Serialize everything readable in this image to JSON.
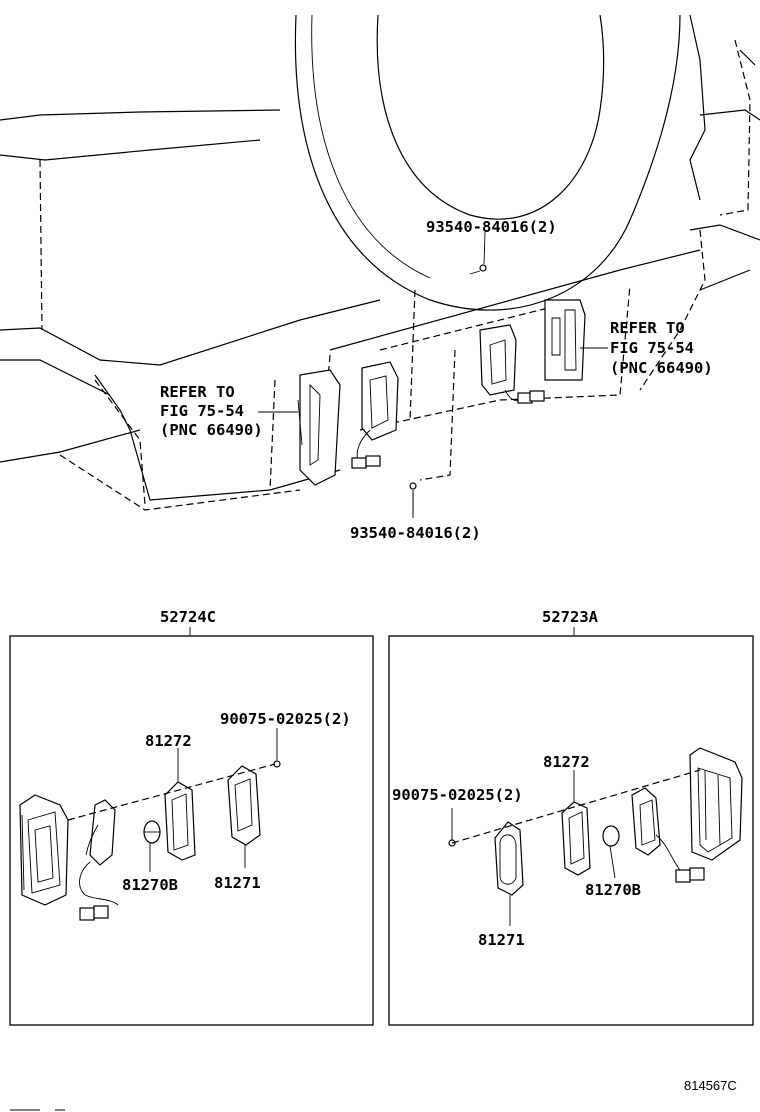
{
  "vehicle_view": {
    "bolt_top_label": "93540-84016(2)",
    "bolt_bottom_label": "93540-84016(2)",
    "refer_right": {
      "line1": "REFER TO",
      "line2": "FIG 75-54",
      "line3": "(PNC 66490)"
    },
    "refer_left": {
      "line1": "REFER TO",
      "line2": "FIG 75-54",
      "line3": "(PNC 66490)"
    }
  },
  "left_panel": {
    "assembly_label": "52724C",
    "screw_label": "90075-02025(2)",
    "gasket_label": "81272",
    "bulb_label": "81270B",
    "lens_label": "81271"
  },
  "right_panel": {
    "assembly_label": "52723A",
    "screw_label": "90075-02025(2)",
    "gasket_label": "81272",
    "bulb_label": "81270B",
    "lens_label": "81271"
  },
  "footer": {
    "diagram_code": "814567C"
  }
}
